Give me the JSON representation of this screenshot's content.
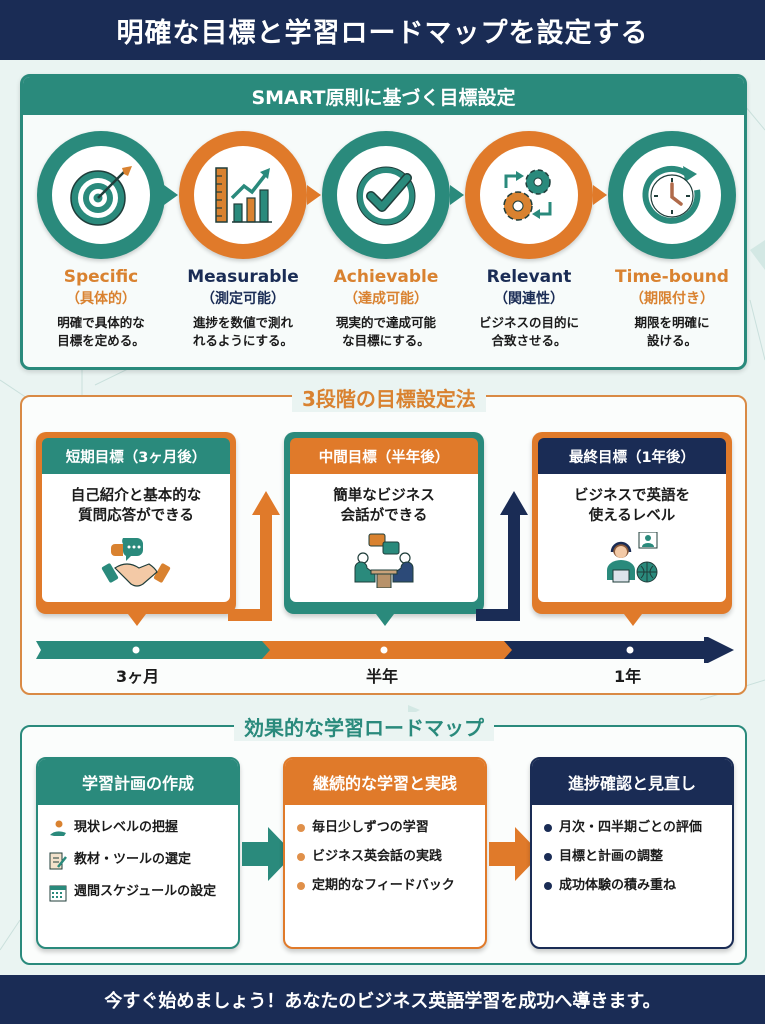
{
  "header": {
    "title": "明確な目標と学習ロードマップを設定する"
  },
  "smart": {
    "title": "SMART原則に基づく目標設定",
    "items": [
      {
        "en": "Specific",
        "jp": "（具体的）",
        "desc1": "明確で具体的な",
        "desc2": "目標を定める。",
        "icon": "target-icon",
        "ring": "teal",
        "label_color": "orange"
      },
      {
        "en": "Measurable",
        "jp": "（測定可能）",
        "desc1": "進捗を数値で測れ",
        "desc2": "れるようにする。",
        "icon": "chart-ruler-icon",
        "ring": "orange",
        "label_color": "navy"
      },
      {
        "en": "Achievable",
        "jp": "（達成可能）",
        "desc1": "現実的で達成可能",
        "desc2": "な目標にする。",
        "icon": "checkmark-icon",
        "ring": "teal",
        "label_color": "orange"
      },
      {
        "en": "Relevant",
        "jp": "（関連性）",
        "desc1": "ビジネスの目的に",
        "desc2": "合致させる。",
        "icon": "gears-icon",
        "ring": "orange",
        "label_color": "navy"
      },
      {
        "en": "Time-bound",
        "jp": "（期限付き）",
        "desc1": "期限を明確に",
        "desc2": "設ける。",
        "icon": "clock-icon",
        "ring": "teal",
        "label_color": "orange"
      }
    ]
  },
  "stages": {
    "title": "3段階の目標設定法",
    "cards": [
      {
        "head": "短期目標（3ヶ月後）",
        "line1": "自己紹介と基本的な",
        "line2": "質問応答ができる",
        "icon": "handshake-icon"
      },
      {
        "head": "中間目標（半年後）",
        "line1": "簡単なビジネス",
        "line2": "会話ができる",
        "icon": "meeting-icon"
      },
      {
        "head": "最終目標（1年後）",
        "line1": "ビジネスで英語を",
        "line2": "使えるレベル",
        "icon": "headset-globe-icon"
      }
    ],
    "timeline": [
      "3ヶ月",
      "半年",
      "1年"
    ]
  },
  "roadmap": {
    "title": "効果的な学習ロードマップ",
    "cards": [
      {
        "head": "学習計画の作成",
        "items": [
          "現状レベルの把握",
          "教材・ツールの選定",
          "週間スケジュールの設定"
        ]
      },
      {
        "head": "継続的な学習と実践",
        "items": [
          "毎日少しずつの学習",
          "ビジネス英会話の実践",
          "定期的なフィードバック"
        ]
      },
      {
        "head": "進捗確認と見直し",
        "items": [
          "月次・四半期ごとの評価",
          "目標と計画の調整",
          "成功体験の積み重ね"
        ]
      }
    ]
  },
  "footer": {
    "text": "今すぐ始めましょう！あなたのビジネス英語学習を成功へ導きます。"
  },
  "colors": {
    "teal": "#2a8a7c",
    "orange": "#e07a2a",
    "navy": "#1a2c55",
    "background": "#eaf4f2"
  }
}
